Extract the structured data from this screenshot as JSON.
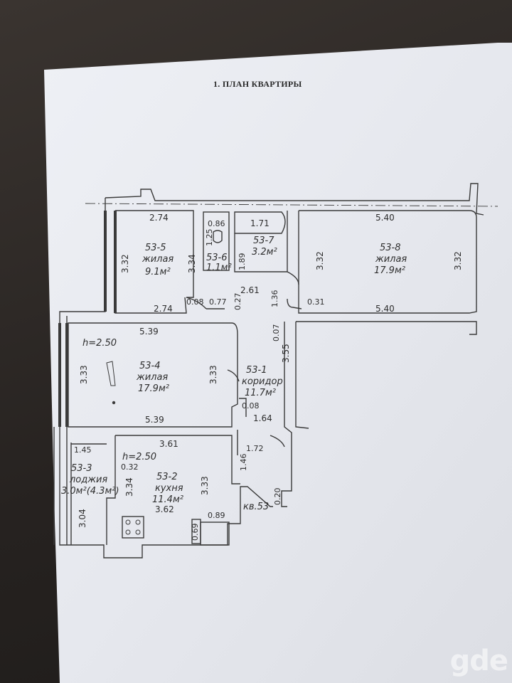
{
  "title": "1. ПЛАН КВАРТИРЫ",
  "watermark": "gde",
  "rooms": {
    "r5": {
      "code": "53-5",
      "type": "жилая",
      "area": "9.1м²"
    },
    "r6": {
      "code": "53-6",
      "area": "1.1м²"
    },
    "r7": {
      "code": "53-7",
      "area": "3.2м²"
    },
    "r8": {
      "code": "53-8",
      "type": "жилая",
      "area": "17.9м²"
    },
    "r4": {
      "code": "53-4",
      "type": "жилая",
      "area": "17.9м²",
      "height": "h=2.50"
    },
    "r1": {
      "code": "53-1",
      "type": "коридор",
      "area": "11.7м²"
    },
    "r3": {
      "code": "53-3",
      "type": "лоджия",
      "area": "3.0м²(4.3м²)"
    },
    "r2": {
      "code": "53-2",
      "type": "кухня",
      "area": "11.4м²",
      "height": "h=2.50"
    }
  },
  "apartment": "кв.53",
  "dims": {
    "d274a": "2.74",
    "d086": "0.86",
    "d171": "1.71",
    "d540a": "5.40",
    "d332a": "3.32",
    "d334a": "3.34",
    "d125": "1.25",
    "d189": "1.89",
    "d332b": "3.32",
    "d332c": "3.32",
    "d261": "2.61",
    "d136": "1.36",
    "d274b": "2.74",
    "d008a": "0.08",
    "d077": "0.77",
    "d027": "0.27",
    "d031": "0.31",
    "d540b": "5.40",
    "d539a": "5.39",
    "d007": "0.07",
    "d355": "3.55",
    "d333a": "3.33",
    "d333b": "3.33",
    "d539b": "5.39",
    "d008b": "0.08",
    "d164": "1.64",
    "d145": "1.45",
    "d361": "3.61",
    "d172": "1.72",
    "d146": "1.46",
    "d032": "0.32",
    "d334b": "3.34",
    "d333c": "3.33",
    "d362": "3.62",
    "d304": "3.04",
    "d089": "0.89",
    "d069": "0.69",
    "d020": "0.20"
  }
}
